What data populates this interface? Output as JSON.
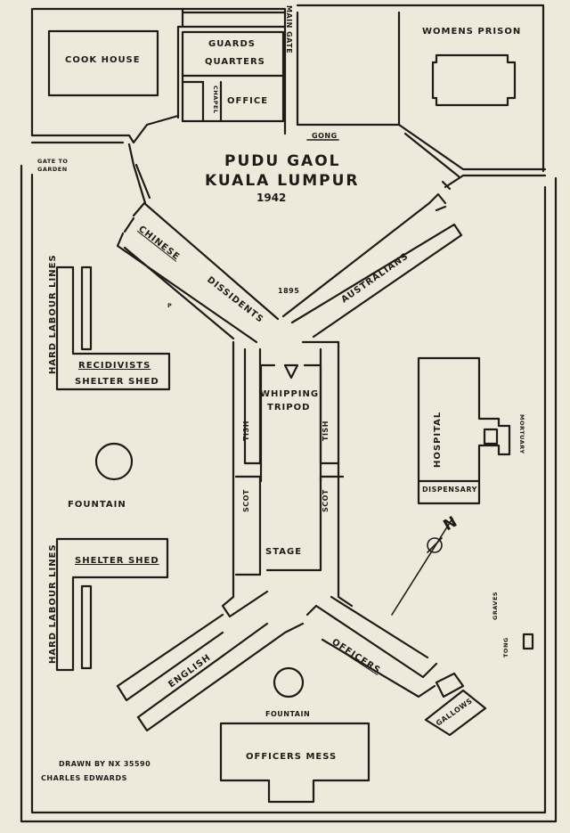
{
  "title": {
    "line1": "PUDU GAOL",
    "line2": "KUALA    LUMPUR",
    "year": "1942"
  },
  "labels": {
    "cook_house": "COOK HOUSE",
    "guards": "GUARDS",
    "quarters": "QUARTERS",
    "chapel": "CHAPEL",
    "office": "OFFICE",
    "main_gate": "MAIN GATE",
    "womens_prison": "WOMENS PRISON",
    "gong": "GONG",
    "gate_to": "GATE TO",
    "garden": "GARDEN",
    "chinese": "CHINESE",
    "dissidents": "DISSIDENTS",
    "australians": "AUSTRALIANS",
    "year_1895": "1895",
    "hard_labour_lines_top": "HARD LABOUR LINES",
    "recidivists": "RECIDIVISTS",
    "shelter_shed_1": "SHELTER SHED",
    "whipping": "WHIPPING",
    "tripod": "TRIPOD",
    "tish_left": "TISH",
    "tish_right": "TISH",
    "scot_left": "SCOT",
    "scot_right": "SCOT",
    "stage": "STAGE",
    "hospital": "HOSPITAL",
    "dispensary": "DISPENSARY",
    "mortuary": "MORTUARY",
    "north": "N",
    "fountain_left": "FOUNTAIN",
    "shelter_shed_2": "SHELTER SHED",
    "hard_labour_lines_bottom": "HARD LABOUR LINES",
    "english": "ENGLISH",
    "officers_wing": "OFFICERS",
    "graves": "GRAVES",
    "tong": "TONG",
    "gallows": "GALLOWS",
    "fountain_bottom": "FOUNTAIN",
    "officers_mess": "OFFICERS      MESS",
    "p_mark": "P"
  },
  "credit": {
    "line1": "DRAWN  BY  NX  35590",
    "line2": "CHARLES   EDWARDS"
  }
}
